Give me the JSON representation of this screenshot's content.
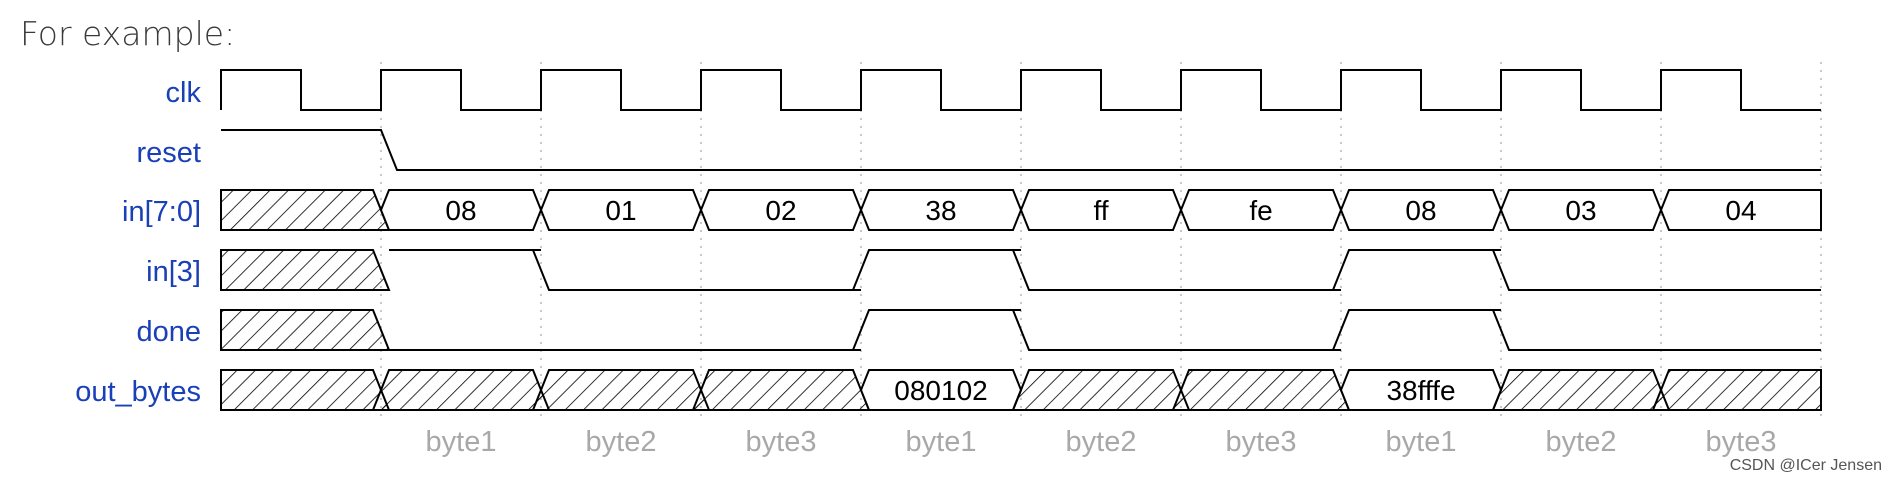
{
  "intro": "For example:",
  "signals": {
    "clk": "clk",
    "reset": "reset",
    "in_bus": "in[7:0]",
    "in3": "in[3]",
    "done": "done",
    "out_bytes": "out_bytes"
  },
  "in_values": [
    "08",
    "01",
    "02",
    "38",
    "ff",
    "fe",
    "08",
    "03",
    "04"
  ],
  "in3_levels": [
    1,
    0,
    0,
    1,
    0,
    0,
    1,
    0,
    0
  ],
  "done_levels": [
    0,
    0,
    0,
    1,
    0,
    0,
    1,
    0,
    0
  ],
  "out_bytes_values": [
    "",
    "",
    "",
    "080102",
    "",
    "",
    "38fffe",
    "",
    ""
  ],
  "phases": [
    "byte1",
    "byte2",
    "byte3",
    "byte1",
    "byte2",
    "byte3",
    "byte1",
    "byte2",
    "byte3"
  ],
  "watermark": "CSDN @ICer Jensen",
  "colors": {
    "label": "#1a40b8",
    "phase": "#a8a8a8",
    "trace": "#000000",
    "hatch": "#000000"
  }
}
